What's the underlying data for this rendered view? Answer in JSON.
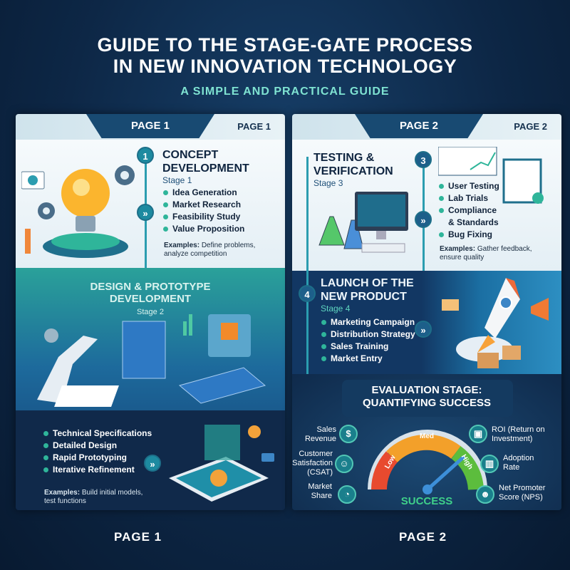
{
  "title": "GUIDE TO THE STAGE-GATE PROCESS IN NEW INNOVATION TECHNOLOGY",
  "title_line1": "GUIDE TO THE STAGE-GATE PROCESS",
  "title_line2": "IN NEW INNOVATION TECHNOLOGY",
  "subtitle": "A SIMPLE AND PRACTICAL GUIDE",
  "page1": {
    "tab": "PAGE 1",
    "tab_right": "PAGE 1",
    "footer": "PAGE 1",
    "stage1": {
      "number": "1",
      "title": "CONCEPT DEVELOPMENT",
      "stage": "Stage 1",
      "items": [
        "Idea Generation",
        "Market Research",
        "Feasibility Study",
        "Value Proposition"
      ],
      "examples_label": "Examples:",
      "examples": "Define problems, analyze competition"
    },
    "stage2": {
      "title_line1": "DESIGN & PROTOTYPE",
      "title_line2": "DEVELOPMENT",
      "stage": "Stage 2",
      "items": [
        "Technical Specifications",
        "Detailed Design",
        "Rapid Prototyping",
        "Iterative Refinement"
      ],
      "examples_label": "Examples:",
      "examples": "Build initial models, test functions"
    }
  },
  "page2": {
    "tab": "PAGE 2",
    "tab_right": "PAGE 2",
    "footer": "PAGE 2",
    "stage3": {
      "number": "3",
      "title_line1": "TESTING &",
      "title_line2": "VERIFICATION",
      "stage": "Stage 3",
      "items": [
        "User Testing",
        "Lab Trials",
        "Compliance & Standards",
        "Bug Fixing"
      ],
      "examples_label": "Examples:",
      "examples": "Gather feedback, ensure quality"
    },
    "stage4": {
      "number": "4",
      "title_line1": "LAUNCH OF THE",
      "title_line2": "NEW PRODUCT",
      "stage": "Stage 4",
      "items": [
        "Marketing Campaign",
        "Distribution Strategy",
        "Sales Training",
        "Market Entry"
      ]
    },
    "evaluation": {
      "title_line1": "EVALUATION STAGE:",
      "title_line2": "QUANTIFYING SUCCESS",
      "metrics_left": [
        {
          "label": "Sales Revenue",
          "icon": "$"
        },
        {
          "label": "Customer Satisfaction (CSAT)",
          "icon": "☺"
        },
        {
          "label": "Market Share",
          "icon": "◔"
        }
      ],
      "metrics_right": [
        {
          "label": "ROI (Return on Investment)",
          "icon": "▣"
        },
        {
          "label": "Adoption Rate",
          "icon": "▥"
        },
        {
          "label": "Net Promoter Score (NPS)",
          "icon": "☻"
        }
      ],
      "gauge": {
        "low": "Low",
        "med": "Med",
        "high": "High",
        "result": "SUCCESS"
      }
    }
  },
  "colors": {
    "bg": "#0d2746",
    "accent": "#2fb59a",
    "low": "#e84a2f",
    "med": "#f3a02a",
    "high": "#5cbd3d"
  }
}
